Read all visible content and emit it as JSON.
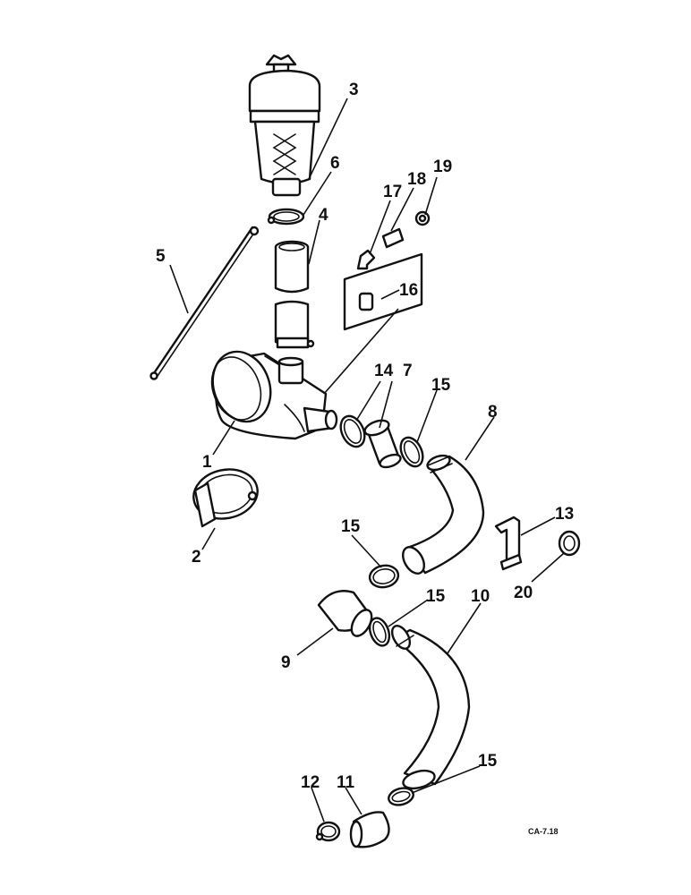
{
  "diagram": {
    "callouts": {
      "c1": "1",
      "c2": "2",
      "c3": "3",
      "c4": "4",
      "c5": "5",
      "c6": "6",
      "c7": "7",
      "c8": "8",
      "c9": "9",
      "c10": "10",
      "c11": "11",
      "c12": "12",
      "c13": "13",
      "c14": "14",
      "c15a": "15",
      "c15b": "15",
      "c15c": "15",
      "c15d": "15",
      "c16": "16",
      "c17": "17",
      "c18": "18",
      "c19": "19",
      "c20": "20"
    },
    "reference_code": "CA-7.18"
  }
}
